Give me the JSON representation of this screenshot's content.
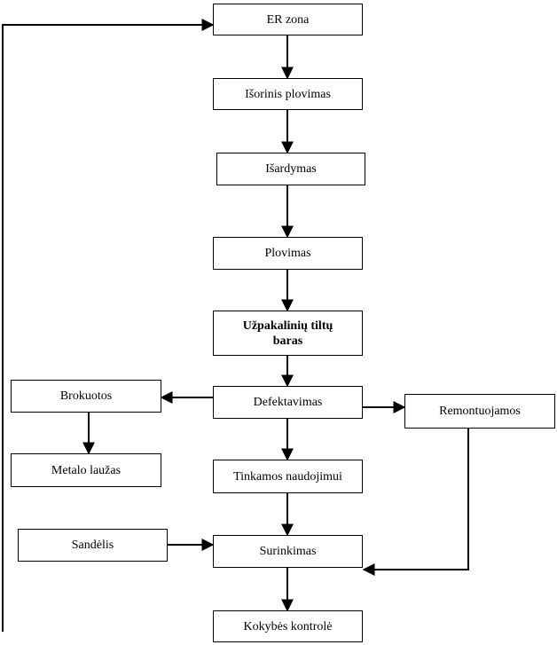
{
  "nodes": {
    "er_zona": "ER zona",
    "isorinis_plovimas": "Išorinis plovimas",
    "isardymas": "Išardymas",
    "plovimas": "Plovimas",
    "uzpakaliniu_tiltu_baras_line1": "Užpakalinių tiltų",
    "uzpakaliniu_tiltu_baras_line2": "baras",
    "defektavimas": "Defektavimas",
    "brokuotos": "Brokuotos",
    "metalo_lauzas": "Metalo laužas",
    "remontuojamos": "Remontuojamos",
    "tinkamos_naudojimui": "Tinkamos naudojimui",
    "sandelis": "Sandėlis",
    "surinkimas": "Surinkimas",
    "kokybes_kontrole": "Kokybės kontrolė"
  }
}
